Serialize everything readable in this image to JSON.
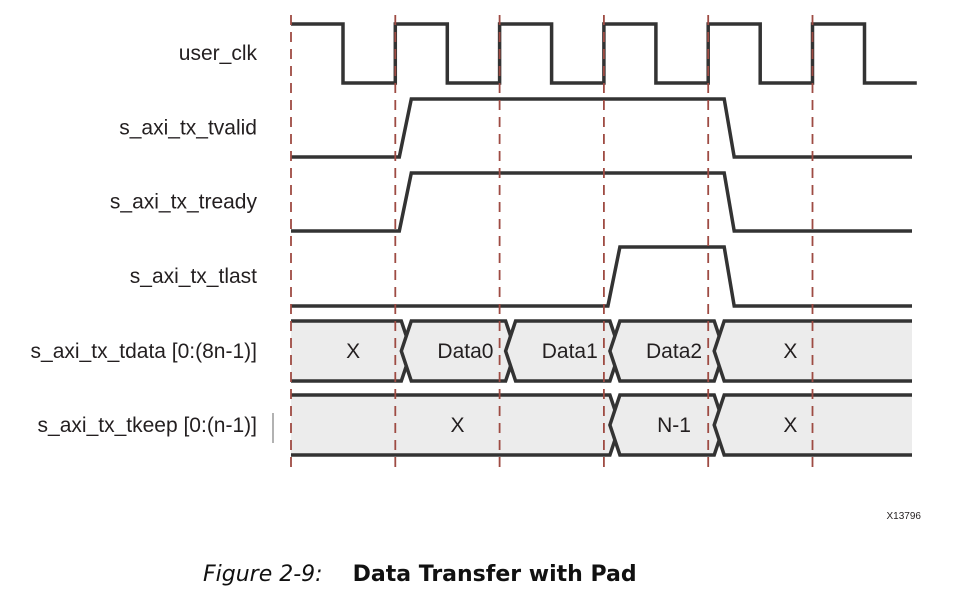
{
  "figure": {
    "id": "X13796",
    "caption_number": "Figure 2-9:",
    "caption_title": "Data Transfer with Pad"
  },
  "signals": [
    {
      "name": "user_clk",
      "kind": "clock",
      "cycles": 6
    },
    {
      "name": "s_axi_tx_tvalid",
      "kind": "level",
      "high_from_cycle": 1,
      "high_to_cycle": 4
    },
    {
      "name": "s_axi_tx_tready",
      "kind": "level",
      "high_from_cycle": 1,
      "high_to_cycle": 4
    },
    {
      "name": "s_axi_tx_tlast",
      "kind": "level",
      "high_from_cycle": 3,
      "high_to_cycle": 4
    },
    {
      "name": "s_axi_tx_tdata [0:(8n-1)]",
      "kind": "bus",
      "segments": [
        {
          "label": "X",
          "from_cycle": 0,
          "to_cycle": 1
        },
        {
          "label": "Data0",
          "from_cycle": 1,
          "to_cycle": 2
        },
        {
          "label": "Data1",
          "from_cycle": 2,
          "to_cycle": 3
        },
        {
          "label": "Data2",
          "from_cycle": 3,
          "to_cycle": 4
        },
        {
          "label": "X",
          "from_cycle": 4,
          "to_cycle": 6
        }
      ]
    },
    {
      "name": "s_axi_tx_tkeep [0:(n-1)]",
      "kind": "bus",
      "segments": [
        {
          "label": "X",
          "from_cycle": 0,
          "to_cycle": 3
        },
        {
          "label": "N-1",
          "from_cycle": 3,
          "to_cycle": 4
        },
        {
          "label": "X",
          "from_cycle": 4,
          "to_cycle": 6
        }
      ]
    }
  ],
  "colors": {
    "trace": "#333333",
    "bus_fill": "#ececec",
    "marker": "#9e4b43",
    "text": "#231f20"
  }
}
